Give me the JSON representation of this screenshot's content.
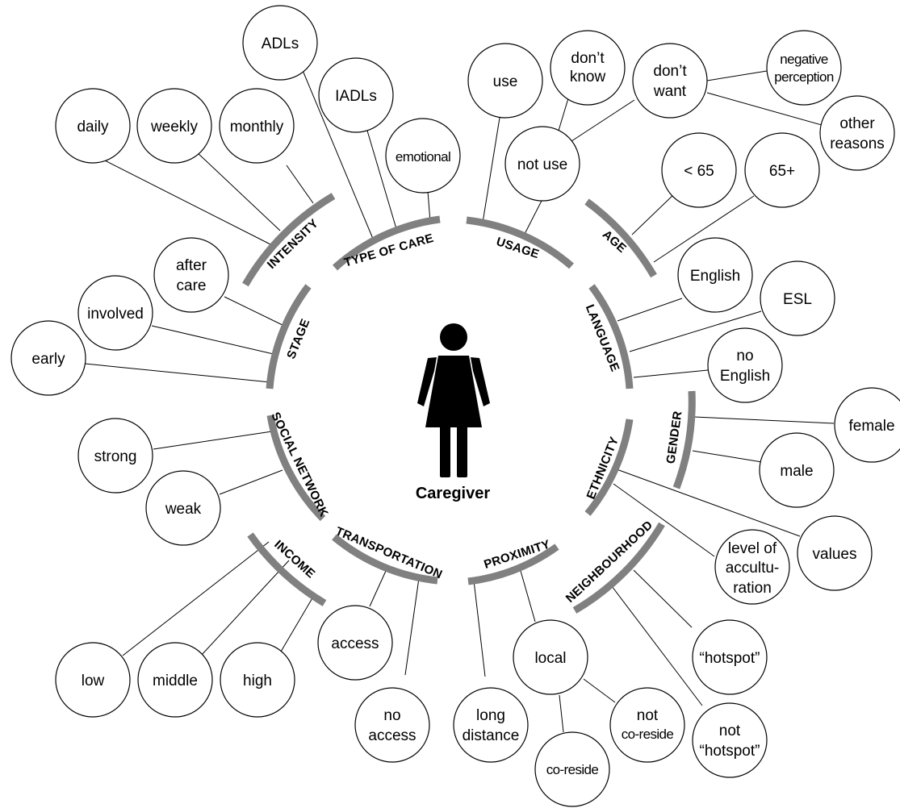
{
  "center": {
    "label": "Caregiver"
  },
  "categories": [
    {
      "key": "intensity",
      "label": "INTENSITY"
    },
    {
      "key": "type_of_care",
      "label": "TYPE OF CARE"
    },
    {
      "key": "usage",
      "label": "USAGE"
    },
    {
      "key": "age",
      "label": "AGE"
    },
    {
      "key": "stage",
      "label": "STAGE"
    },
    {
      "key": "language",
      "label": "LANGUAGE"
    },
    {
      "key": "social_network",
      "label": "SOCIAL NETWORK"
    },
    {
      "key": "gender",
      "label": "GENDER"
    },
    {
      "key": "ethnicity",
      "label": "ETHNICITY"
    },
    {
      "key": "income",
      "label": "INCOME"
    },
    {
      "key": "transportation",
      "label": "TRANSPORTATION"
    },
    {
      "key": "proximity",
      "label": "PROXIMITY"
    },
    {
      "key": "neighbourhood",
      "label": "NEIGHBOURHOOD"
    }
  ],
  "nodes": {
    "daily": "daily",
    "weekly": "weekly",
    "monthly": "monthly",
    "adls": "ADLs",
    "iadls": "IADLs",
    "emotional": "emotional",
    "use": "use",
    "not_use": "not use",
    "dont_know_1": "don’t",
    "dont_know_2": "know",
    "dont_want_1": "don’t",
    "dont_want_2": "want",
    "negative_perception_1": "negative",
    "negative_perception_2": "perception",
    "other_reasons_1": "other",
    "other_reasons_2": "reasons",
    "under_65": "< 65",
    "over_65": "65+",
    "after_care_1": "after",
    "after_care_2": "care",
    "involved": "involved",
    "early": "early",
    "english": "English",
    "esl": "ESL",
    "no_english_1": "no",
    "no_english_2": "English",
    "strong": "strong",
    "weak": "weak",
    "female": "female",
    "male": "male",
    "level_of_acculturation_1": "level of",
    "level_of_acculturation_2": "accultu-",
    "level_of_acculturation_3": "ration",
    "values": "values",
    "low": "low",
    "middle": "middle",
    "high": "high",
    "access": "access",
    "no_access_1": "no",
    "no_access_2": "access",
    "long_distance_1": "long",
    "long_distance_2": "distance",
    "local": "local",
    "co_reside": "co-reside",
    "not_co_reside_1": "not",
    "not_co_reside_2": "co-reside",
    "hotspot": "“hotspot”",
    "not_hotspot_1": "not",
    "not_hotspot_2": "“hotspot”"
  },
  "colors": {
    "arc": "#808080",
    "stroke": "#000000",
    "figure": "#000000"
  }
}
